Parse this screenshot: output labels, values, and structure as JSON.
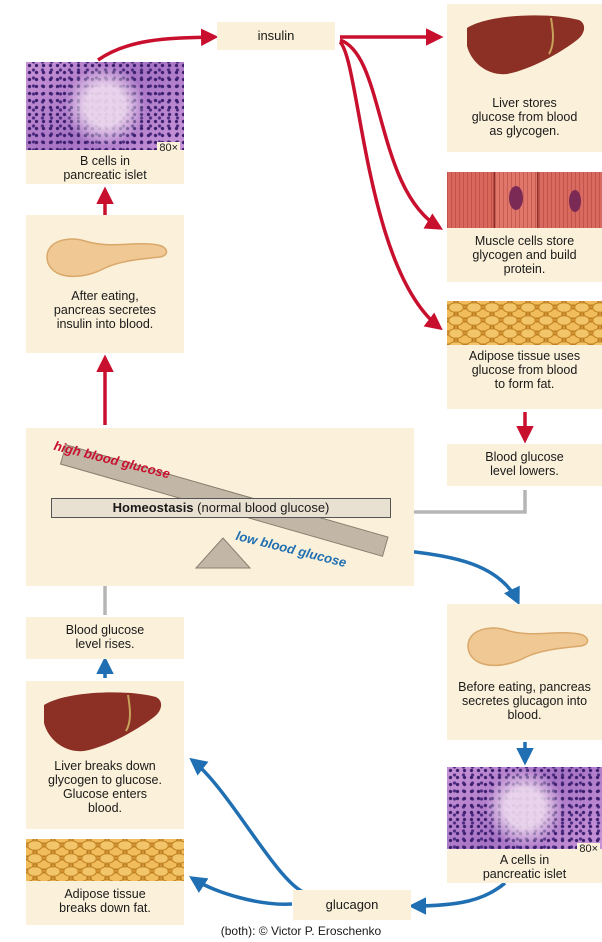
{
  "labels": {
    "insulin": "insulin",
    "glucagon": "glucagon",
    "b_cells": "B cells in pancreatic islet",
    "a_cells": "A cells in pancreatic islet",
    "magnification_b": "80×",
    "magnification_a": "80×",
    "after_eating": "After eating, pancreas secretes insulin into blood.",
    "liver_stores": "Liver stores glucose from blood as glycogen.",
    "muscle_cells": "Muscle cells store glycogen and build protein.",
    "adipose_uses": "Adipose tissue uses glucose from blood to form fat.",
    "glucose_lowers": "Blood glucose level lowers.",
    "glucose_rises": "Blood glucose level rises.",
    "before_eating": "Before eating, pancreas secretes glucagon into blood.",
    "liver_breaks": "Liver breaks down glycogen to glucose. Glucose enters blood.",
    "adipose_breaks": "Adipose tissue breaks down fat.",
    "high_glucose": "high blood glucose",
    "low_glucose": "low blood glucose",
    "homeostasis_bold": "Homeostasis",
    "homeostasis_rest": "(normal blood glucose)",
    "credit": "(both): © Victor P. Eroschenko"
  },
  "colors": {
    "insulin_arrow": "#c8102e",
    "glucagon_arrow": "#1f6fb2",
    "feedback_arrow": "#b5b5b5",
    "box_fill": "#fbf0d9",
    "high_text": "#c8102e",
    "low_text": "#1f6fb2"
  },
  "icons": [
    "pancreas-icon",
    "liver-icon",
    "micrograph-icon",
    "muscle-icon",
    "adipose-icon"
  ]
}
